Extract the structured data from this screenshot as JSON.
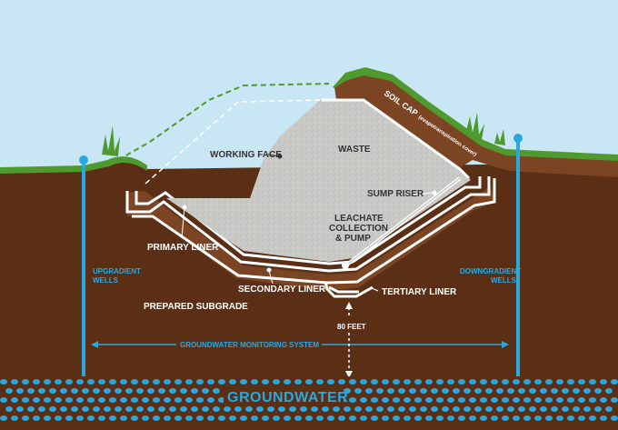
{
  "labels": {
    "working_face": "WORKING FACE",
    "waste": "WASTE",
    "soil_cap": "SOIL CAP",
    "soil_cap_note": "(evapotranspiration cover)",
    "sump_riser": "SUMP RISER",
    "leachate_line1": "LEACHATE",
    "leachate_line2": "COLLECTION",
    "leachate_line3": "& PUMP",
    "primary_liner": "PRIMARY LINER",
    "secondary_liner": "SECONDARY LINER",
    "tertiary_liner": "TERTIARY LINER",
    "prepared_subgrade": "PREPARED SUBGRADE",
    "upgradient_line1": "UPGRADIENT",
    "upgradient_line2": "WELLS",
    "downgradient_line1": "DOWNGRADIENT",
    "downgradient_line2": "WELLS",
    "depth": "80 FEET",
    "monitoring_system": "GROUNDWATER MONITORING SYSTEM",
    "groundwater": "GROUNDWATER"
  },
  "colors": {
    "sky": "#c9e6f4",
    "soil": "#5a2f16",
    "grass": "#4f9a2f",
    "waste": "#c9c9c6",
    "liner": "#ffffff",
    "water": "#29a8e0",
    "cap_soil": "#7b4524"
  }
}
